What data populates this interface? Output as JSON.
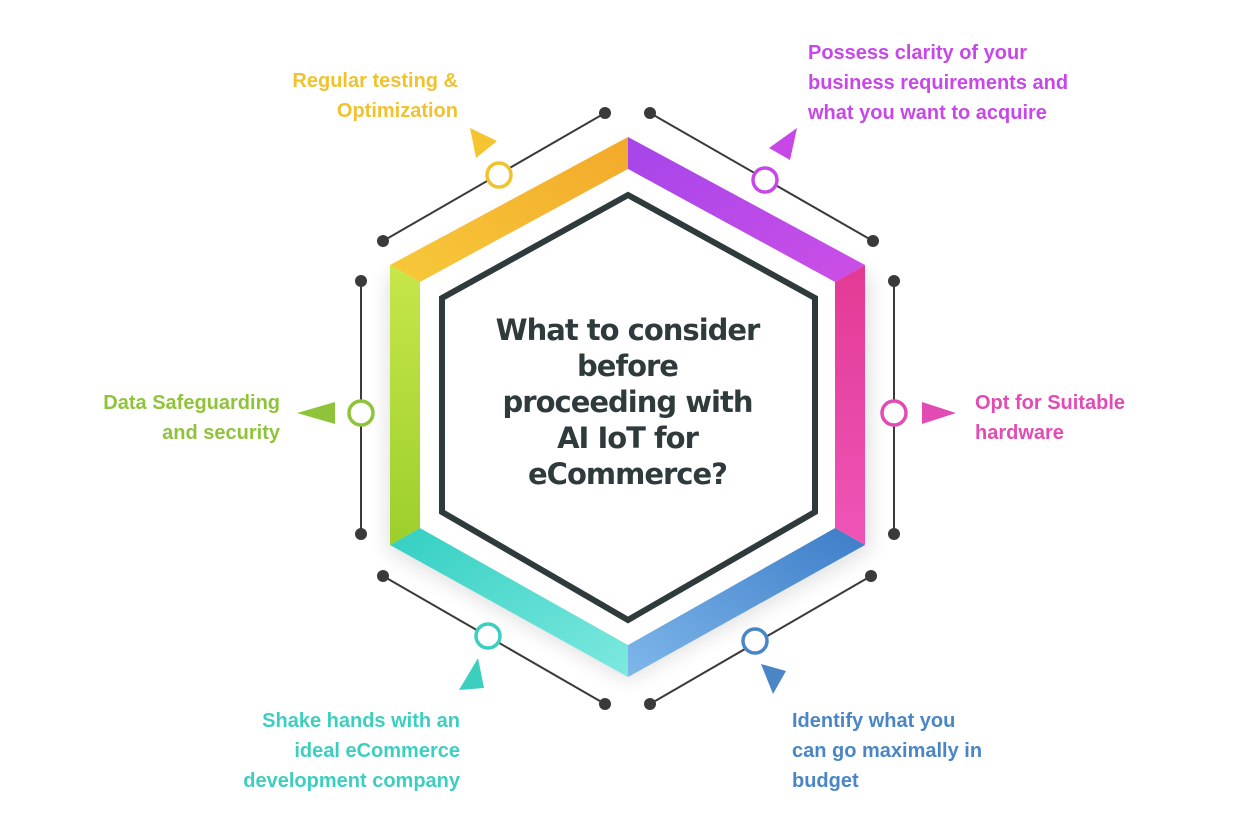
{
  "center": {
    "title_lines": [
      "What to consider",
      "before",
      "proceeding with",
      "AI IoT for",
      "eCommerce?"
    ]
  },
  "items": [
    {
      "id": "clarity",
      "lines": [
        "Possess clarity of your",
        "business requirements and",
        "what you want to acquire"
      ],
      "color": "#c847e8"
    },
    {
      "id": "hardware",
      "lines": [
        "Opt for Suitable",
        "hardware"
      ],
      "color": "#e24bb3"
    },
    {
      "id": "budget",
      "lines": [
        "Identify what you",
        "can go maximally in",
        "budget"
      ],
      "color": "#4a86c5"
    },
    {
      "id": "partner",
      "lines": [
        "Shake hands with an",
        "ideal eCommerce",
        "development company"
      ],
      "color": "#3ccfc0"
    },
    {
      "id": "security",
      "lines": [
        "Data Safeguarding",
        "and security"
      ],
      "color": "#8fc43a"
    },
    {
      "id": "testing",
      "lines": [
        "Regular testing &",
        "Optimization"
      ],
      "color": "#f0c22d"
    }
  ],
  "colors": {
    "outline": "#2f3a3c",
    "connector": "#3a3a3a",
    "yellow": "#f5b731",
    "purple": "#b94be8",
    "pink": "#e8449f",
    "blue": "#4b88cf",
    "teal": "#3fd6c9",
    "green": "#9bd12c"
  }
}
